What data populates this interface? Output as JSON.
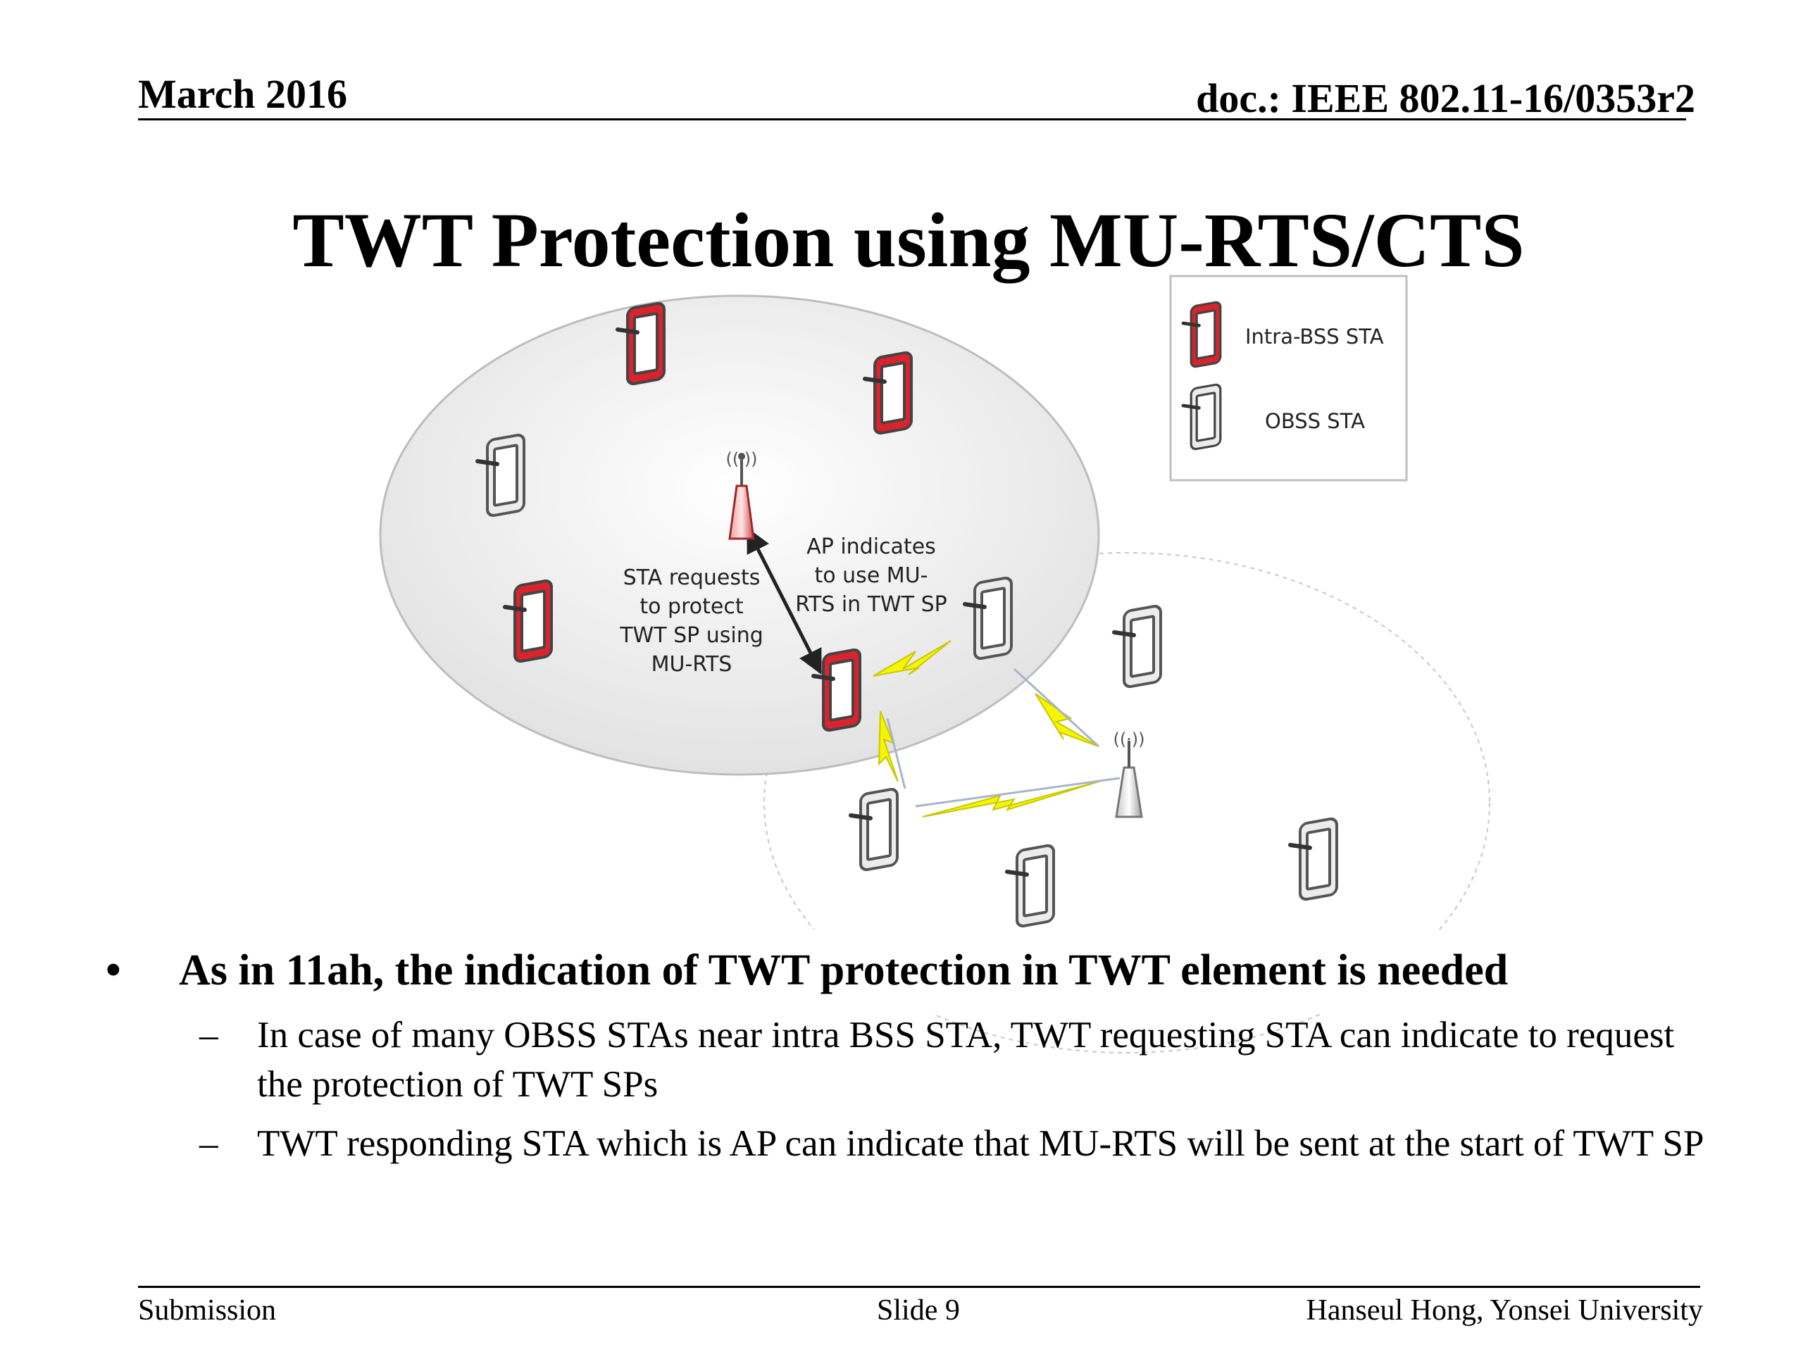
{
  "header": {
    "date": "March 2016",
    "doc_id": "doc.: IEEE 802.11-16/0353r2"
  },
  "title": "TWT Protection using MU-RTS/CTS",
  "diagram": {
    "legend": {
      "intra_label": "Intra-BSS STA",
      "obss_label": "OBSS STA"
    },
    "callout_sta": [
      "STA requests",
      "to protect",
      "TWT SP using",
      "MU-RTS"
    ],
    "callout_ap": [
      "AP indicates",
      "to use MU-",
      "RTS in TWT SP"
    ],
    "colors": {
      "intra_sta": "#d9232d",
      "obss_sta": "#8c8c8c",
      "lightning": "#f0f000"
    }
  },
  "bullets": {
    "main": "As in 11ah, the indication of TWT protection in TWT element is needed",
    "sub": [
      "In case of many OBSS STAs near intra BSS STA, TWT requesting STA can indicate to request the protection of TWT SPs",
      "TWT responding STA which is AP can indicate that MU-RTS will be sent at the start of TWT SP"
    ]
  },
  "footer": {
    "left": "Submission",
    "center": "Slide 9",
    "right": "Hanseul Hong, Yonsei University"
  }
}
